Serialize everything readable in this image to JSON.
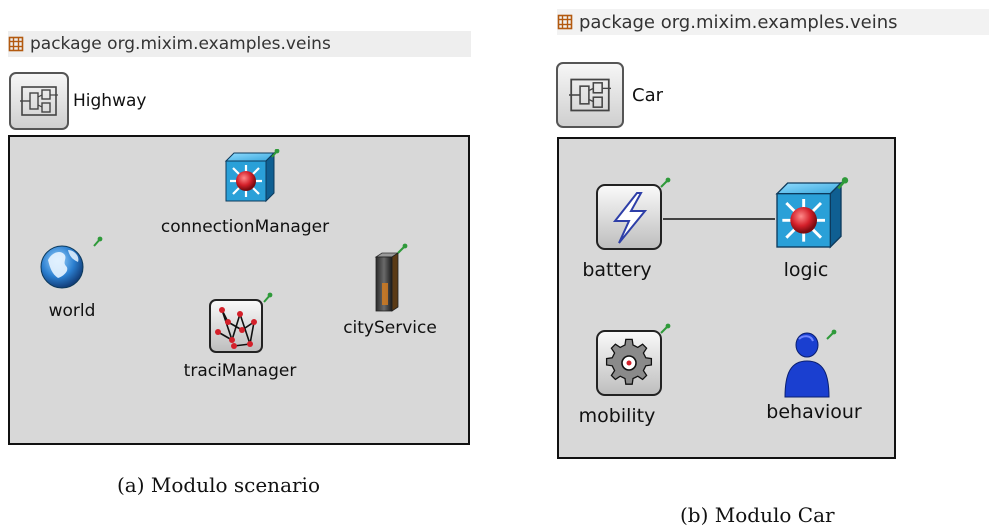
{
  "left": {
    "package_text": "package org.mixim.examples.veins",
    "module_name": "Highway",
    "submodules": {
      "connectionManager": "connectionManager",
      "world": "world",
      "cityService": "cityService",
      "traciManager": "traciManager"
    },
    "caption": "(a) Modulo scenario"
  },
  "right": {
    "package_text": "package org.mixim.examples.veins",
    "module_name": "Car",
    "submodules": {
      "battery": "battery",
      "logic": "logic",
      "mobility": "mobility",
      "behaviour": "behaviour"
    },
    "caption": "(b) Modulo Car"
  },
  "icons": {
    "package": "package-icon",
    "compound_module": "compound-module-icon",
    "switch": "switch-icon",
    "globe": "globe-icon",
    "server": "server-icon",
    "network_graph": "network-graph-icon",
    "battery": "battery-icon",
    "gear": "gear-icon",
    "person": "person-icon",
    "pin": "pin-icon"
  },
  "colors": {
    "canvas_bg": "#d8d8d8",
    "switch_blue": "#2aa0d8",
    "pin_green": "#2f9a3a",
    "person_blue": "#1a3fd0"
  }
}
